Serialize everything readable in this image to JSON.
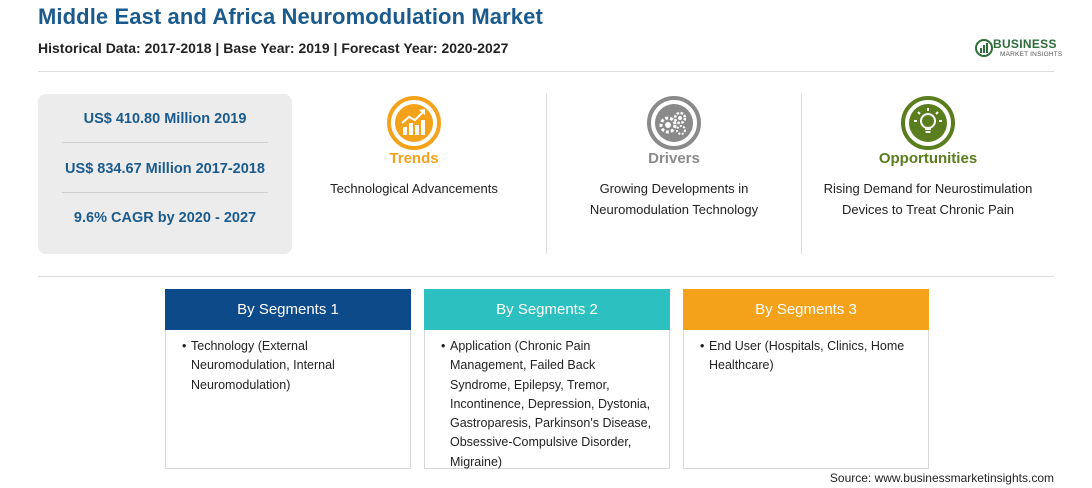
{
  "header": {
    "title": "Middle East and Africa Neuromodulation Market",
    "subtitle": "Historical Data: 2017-2018 | Base Year: 2019 | Forecast Year: 2020-2027",
    "logo_main": "BUSINESS",
    "logo_sub": "MARKET INSIGHTS"
  },
  "stats": [
    "US$ 410.80 Million 2019",
    "US$ 834.67 Million 2017-2018",
    "9.6% CAGR by 2020 - 2027"
  ],
  "features": [
    {
      "title": "Trends",
      "desc": "Technological Advancements",
      "color": "#f5a21b",
      "icon": "chart-icon"
    },
    {
      "title": "Drivers",
      "desc": "Growing Developments in Neuromodulation Technology",
      "color": "#8a8a8a",
      "icon": "gears-icon"
    },
    {
      "title": "Opportunities",
      "desc": "Rising Demand for Neurostimulation Devices to Treat Chronic Pain",
      "color": "#5a7d1e",
      "icon": "lightbulb-icon"
    }
  ],
  "segments": [
    {
      "title": "By Segments 1",
      "color": "#0c4a8a",
      "body": "Technology (External Neuromodulation, Internal Neuromodulation)"
    },
    {
      "title": "By Segments 2",
      "color": "#2cc0c0",
      "body": "Application (Chronic Pain Management, Failed Back Syndrome, Epilepsy, Tremor, Incontinence, Depression, Dystonia, Gastroparesis, Parkinson's Disease, Obsessive-Compulsive Disorder, Migraine)"
    },
    {
      "title": "By Segments 3",
      "color": "#f5a21b",
      "body": "End User (Hospitals, Clinics, Home Healthcare)"
    }
  ],
  "bullet": "•",
  "source": "Source: www.businessmarketinsights.com"
}
